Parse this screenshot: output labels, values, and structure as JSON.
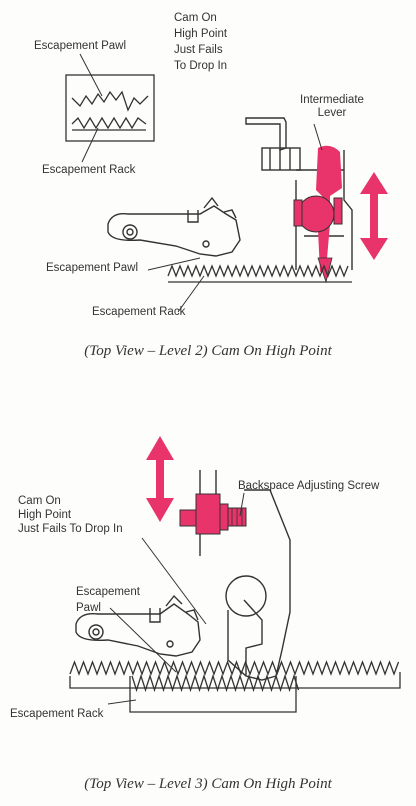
{
  "level2": {
    "cam_note": "Cam On\nHigh Point\nJust Fails\nTo Drop In",
    "inset_pawl_label": "Escapement Pawl",
    "inset_rack_label": "Escapement Rack",
    "intermediate_lever_label": "Intermediate\nLever",
    "pawl_label": "Escapement Pawl",
    "rack_label": "Escapement Rack",
    "caption": "(Top View – Level 2)  Cam On High Point"
  },
  "level3": {
    "cam_note": "Cam On\nHigh Point\nJust Fails To Drop In",
    "backspace_label": "Backspace Adjusting Screw",
    "pawl_label": "Escapement\nPawl",
    "rack_label": "Escapement Rack",
    "caption": "(Top View – Level 3)  Cam On High Point"
  },
  "colors": {
    "highlight": "#e8336b",
    "line": "#333333"
  }
}
